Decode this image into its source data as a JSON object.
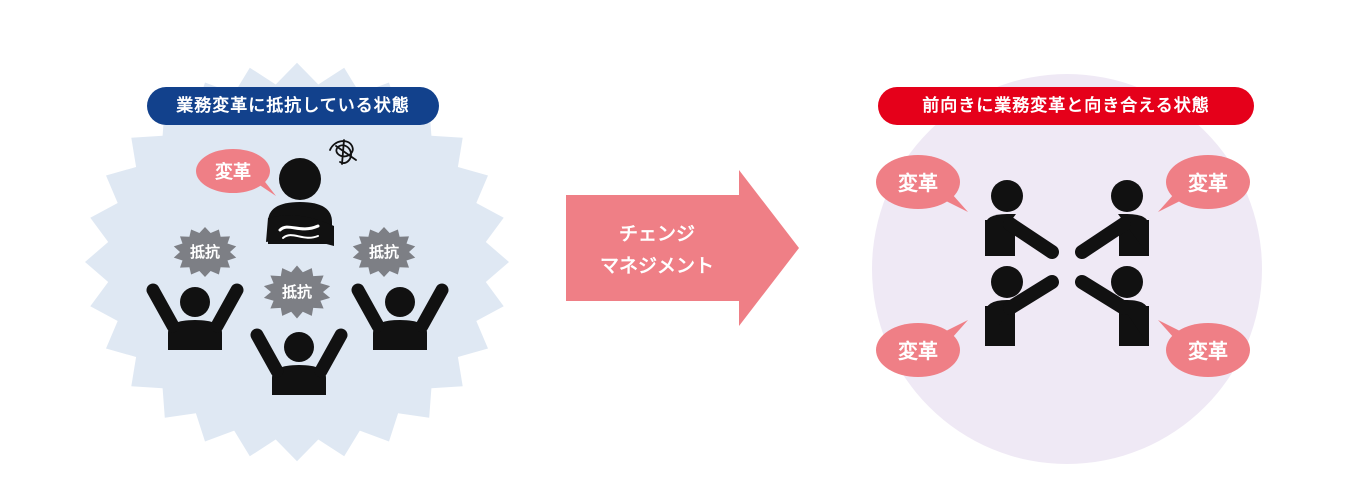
{
  "left_panel": {
    "title": "業務変革に抵抗している状態",
    "speech_label": "変革",
    "resist_label": "抵抗"
  },
  "arrow": {
    "line1": "チェンジ",
    "line2": "マネジメント"
  },
  "right_panel": {
    "title": "前向きに業務変革と向き合える状態",
    "bubble_label": "変革"
  },
  "colors": {
    "navy": "#12418c",
    "red": "#e5001a",
    "pink": "#ef7f86",
    "light_blue": "#dfe8f3",
    "lavender": "#efe9f5",
    "gray": "#7d7f85",
    "black": "#111111"
  }
}
